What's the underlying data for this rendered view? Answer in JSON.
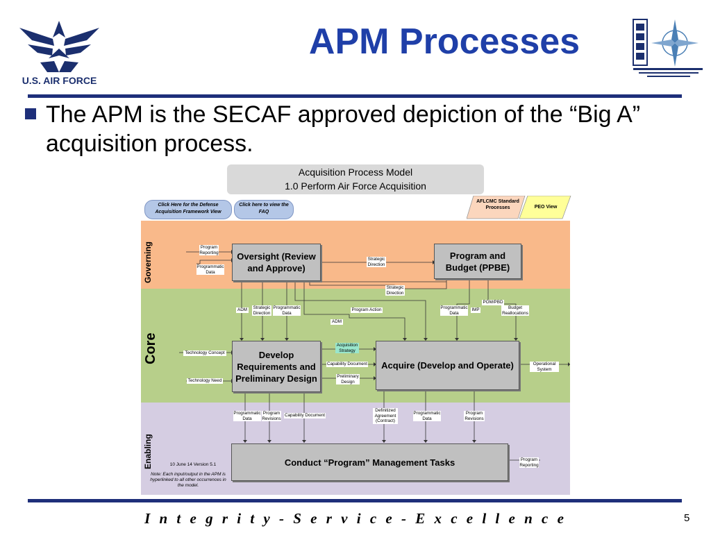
{
  "slide": {
    "title": "APM Processes",
    "org_label": "U.S. AIR FORCE",
    "bullet": "The APM is the SECAF approved depiction of the “Big A” acquisition process.",
    "motto": "I n t e g r i t y  -  S e r v i c e  -  E x c e l l e n c e",
    "page_number": "5"
  },
  "diagram": {
    "title_line1": "Acquisition Process Model",
    "title_line2": "1.0 Perform Air Force Acquisition",
    "link1": "Click Here for the Defense Acquisition Framework View",
    "link2": "Click here to view the FAQ",
    "tab_aflcmc": "AFLCMC Standard Processes",
    "tab_peo": "PEO View",
    "bands": {
      "governing": "Governing",
      "core": "Core",
      "enabling": "Enabling"
    },
    "boxes": {
      "oversight": "Oversight (Review and Approve)",
      "ppbe": "Program and Budget (PPBE)",
      "develop": "Develop Requirements and Preliminary Design",
      "acquire": "Acquire (Develop and Operate)",
      "conduct": "Conduct “Program” Management Tasks"
    },
    "labels": {
      "program_reporting_in": "Program Reporting",
      "programmatic_data_in": "Programmatic Data",
      "strategic_direction_1": "Strategic Direction",
      "strategic_direction_2": "Strategic Direction",
      "pom_pbd": "POM/PBD",
      "adm_1": "ADM",
      "strategic_direction_3": "Strategic Direction",
      "programmatic_data_2": "Programmatic Data",
      "program_action": "Program Action",
      "programmatic_data_3": "Programmatic Data",
      "imp": "IMP",
      "budget_reallocations": "Budget Reallocations",
      "adm_2": "ADM",
      "acquisition_strategy": "Acquisition Strategy",
      "technology_concept": "Technology Concept",
      "capability_document_1": "Capability Document",
      "preliminary_design": "Preliminary Design",
      "technology_need": "Technology Need",
      "operational_system": "Operational System",
      "programmatic_data_4": "Programmatic Data",
      "program_revisions_1": "Program Revisions",
      "capability_document_2": "Capability Document",
      "definitized_agreement": "Definitized Agreement (Contract)",
      "programmatic_data_5": "Programmatic Data",
      "program_revisions_2": "Program Revisions",
      "program_reporting_out": "Program Reporting"
    },
    "version": "10 June 14 Version 5.1",
    "note": "Note: Each input/output in the APM is hyperlinked to all other occurrences in the model."
  },
  "colors": {
    "title_blue": "#1f3fa8",
    "rule_navy": "#1e2f7a",
    "governing_band": "#f9b98a",
    "core_band": "#b7cf8a",
    "enabling_band": "#d5cde2",
    "box_grey": "#c0c0c0",
    "link_pill": "#b4c7e7",
    "aflcmc_tab": "#fbd6bd",
    "peo_tab": "#ffff99"
  },
  "icons": [
    "air-force-wings-icon",
    "cret-compass-logo-icon"
  ]
}
